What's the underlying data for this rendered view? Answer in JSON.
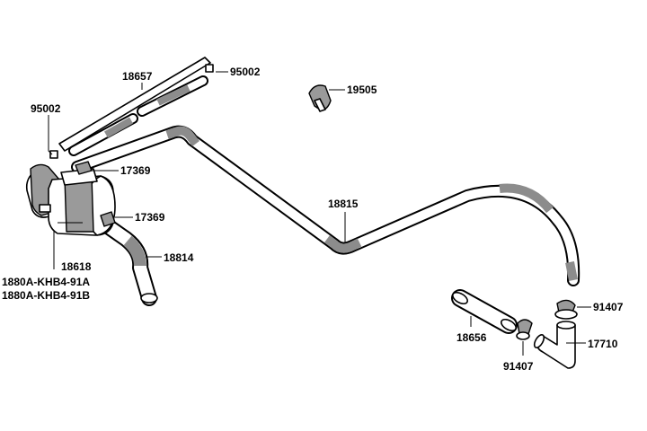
{
  "labels": {
    "p18657": "18657",
    "p95002_top": "95002",
    "p95002_left": "95002",
    "p19505": "19505",
    "p17369_top": "17369",
    "p17369_mid": "17369",
    "p18815": "18815",
    "p18814": "18814",
    "p18618": "18618",
    "p1880A": "1880A-KHB4-91A",
    "p1880B": "1880A-KHB4-91B",
    "p91407_right": "91407",
    "p18656": "18656",
    "p91407_bottom": "91407",
    "p17710": "17710"
  }
}
